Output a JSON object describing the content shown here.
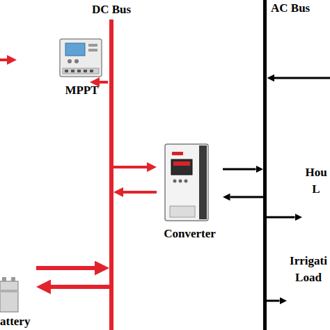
{
  "diagram": {
    "nodes": [
      {
        "text": [
          "DC Bus"
        ]
      },
      {
        "text": [
          "AC Bus"
        ]
      },
      {
        "text": [
          "MPPT"
        ]
      },
      {
        "text": [
          "Converter"
        ]
      },
      {
        "text": [
          "Hou L"
        ]
      },
      {
        "text": [
          "Irrigati Load"
        ]
      },
      {
        "text": [
          "attery"
        ]
      }
    ],
    "edges": [
      {
        "from": 2,
        "to": 0,
        "arrow": "to"
      },
      {
        "from": 0,
        "to": 3,
        "arrow": "to"
      },
      {
        "from": 3,
        "to": 0,
        "arrow": "to"
      },
      {
        "from": 3,
        "to": 1,
        "arrow": "to"
      },
      {
        "from": 1,
        "to": 3,
        "arrow": "to"
      },
      {
        "from": 1,
        "to": 4,
        "arrow": "to"
      },
      {
        "from": 1,
        "to": 5,
        "arrow": "to"
      },
      {
        "from": 6,
        "to": 0,
        "arrow": "to"
      },
      {
        "from": 0,
        "to": 6,
        "arrow": "to"
      }
    ]
  }
}
